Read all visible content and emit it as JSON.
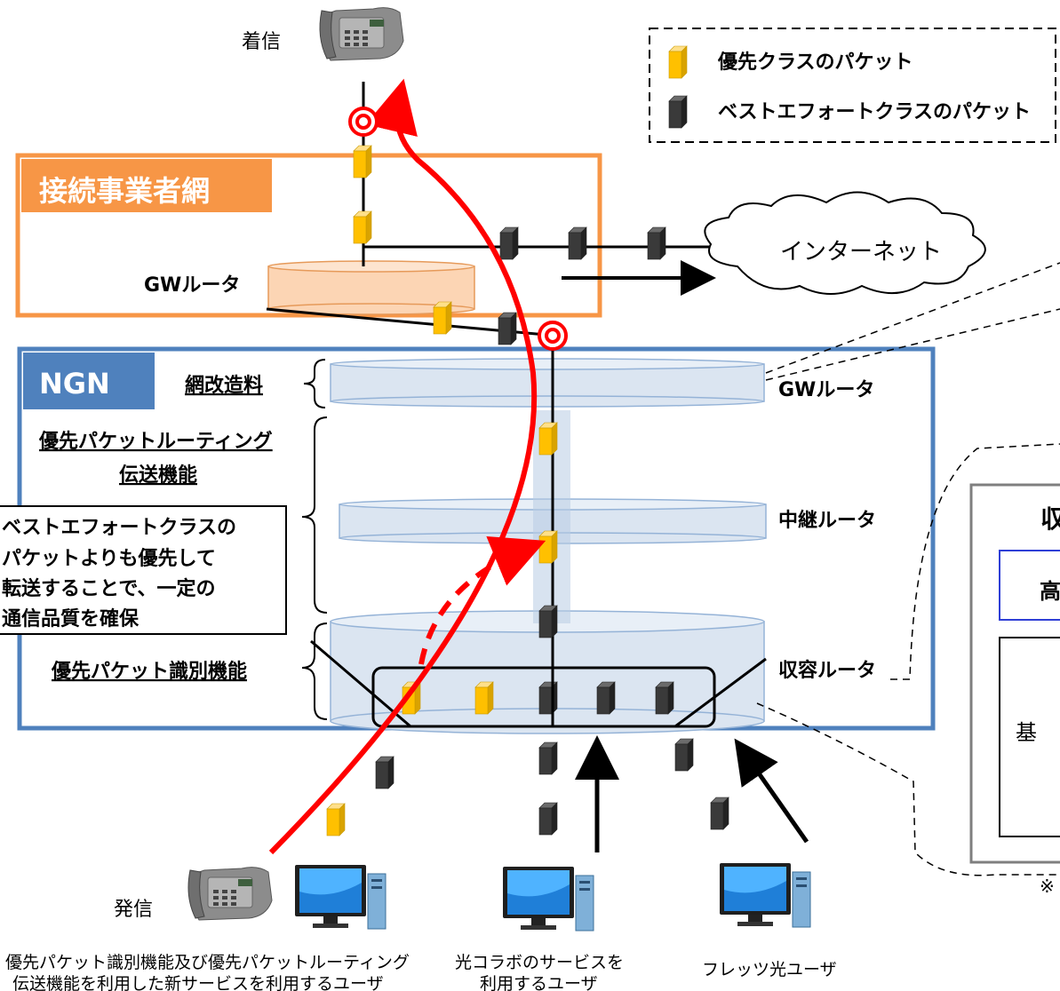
{
  "legend": {
    "priority_label": "優先クラスのパケット",
    "besteffort_label": "ベストエフォートクラスのパケット",
    "colors": {
      "priority": "#ffc000",
      "besteffort": "#3a3a3a"
    }
  },
  "top": {
    "incoming_label": "着信",
    "operator_net_label": "接続事業者網",
    "operator_gw_label": "GWルータ",
    "internet_label": "インターネット"
  },
  "ngn": {
    "title": "NGN",
    "fee_label": "網改造料",
    "routing_function_label": "優先パケットルーティング",
    "routing_function_label2": "伝送機能",
    "identify_function_label": "優先パケット識別機能",
    "note_lines": [
      "ベストエフォートクラスの",
      "パケットよりも優先して",
      "転送することで、一定の",
      "通信品質を確保"
    ],
    "gw_router_label": "GWルータ",
    "relay_router_label": "中継ルータ",
    "access_router_label": "収容ルータ"
  },
  "bottom": {
    "outgoing_label": "発信",
    "user1_line1": "優先パケット識別機能及び優先パケットルーティング",
    "user1_line2": "伝送機能を利用した新サービスを利用するユーザ",
    "user2_line1": "光コラボのサービスを",
    "user2_line2": "利用するユーザ",
    "user3_label": "フレッツ光ユーザ"
  },
  "side_panel": {
    "title_fragment": "収",
    "row1_fragment": "高",
    "row2_fragment": "基",
    "note_fragment": "※"
  },
  "colors": {
    "orange": "#f79646",
    "blue_frame": "#4f81bd",
    "router_fill": "#dbe5f1",
    "red": "#ff0000"
  }
}
